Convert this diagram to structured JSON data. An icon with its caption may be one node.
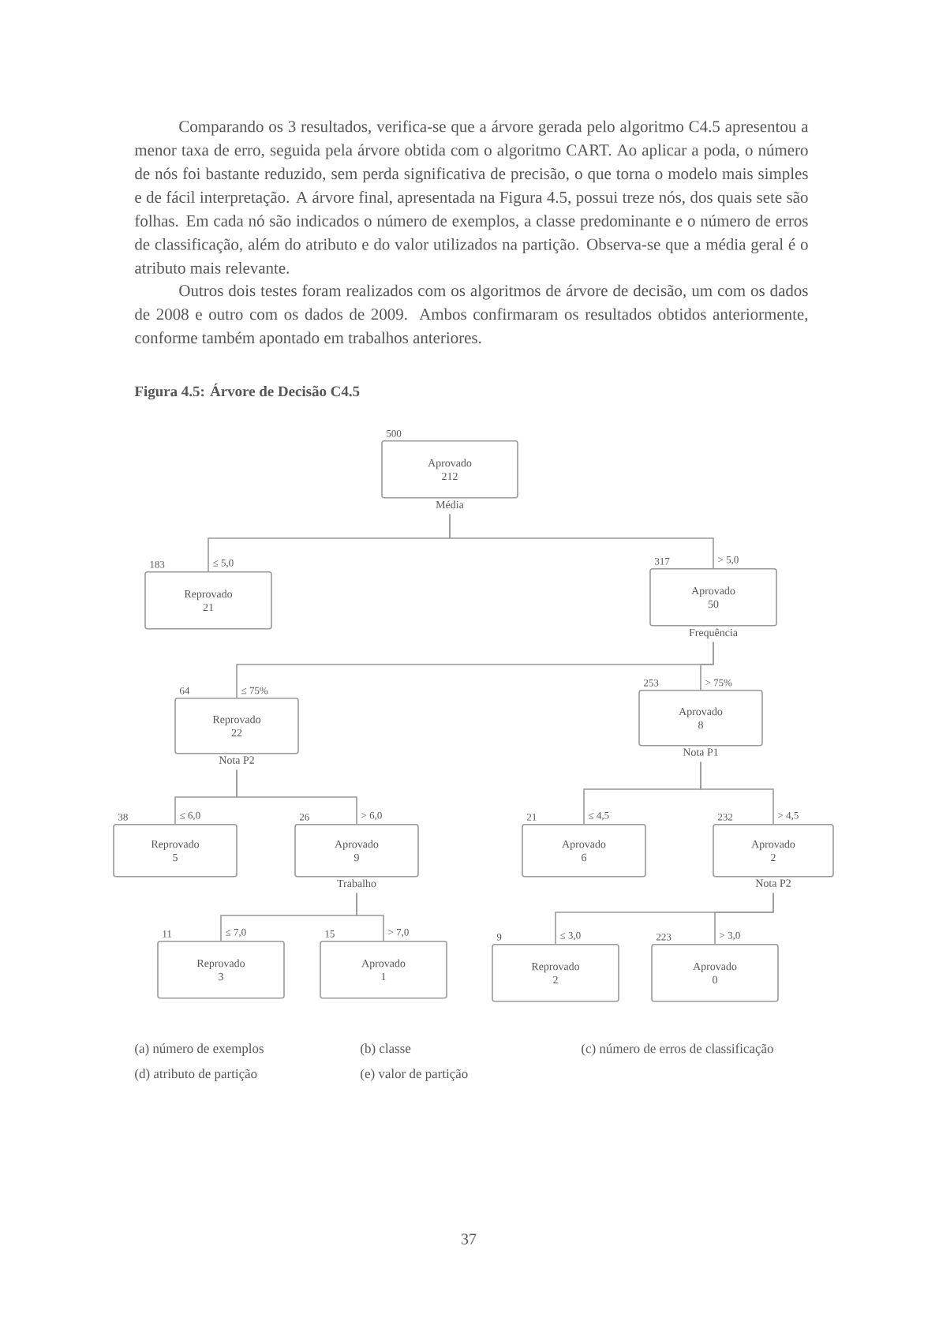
{
  "diagram": {
    "title": "Figura 4.5: Árvore de Decisão C4.5",
    "nodes": [
      {
        "text": [
          "Aprovado",
          "212"
        ],
        "beside": [
          "500",
          "Média"
        ]
      },
      {
        "text": [
          "Reprovado",
          "21"
        ],
        "beside": [
          "183"
        ]
      },
      {
        "text": [
          "Aprovado",
          "50"
        ],
        "beside": [
          "317",
          "Frequência"
        ]
      },
      {
        "text": [
          "Reprovado",
          "22"
        ],
        "beside": [
          "64",
          "Nota P2"
        ]
      },
      {
        "text": [
          "Aprovado",
          "8"
        ],
        "beside": [
          "253",
          "Nota P1"
        ]
      },
      {
        "text": [
          "Reprovado",
          "5"
        ],
        "beside": [
          "38"
        ]
      },
      {
        "text": [
          "Aprovado",
          "9"
        ],
        "beside": [
          "26",
          "Trabalho"
        ]
      },
      {
        "text": [
          "Aprovado",
          "6"
        ],
        "beside": [
          "21"
        ]
      },
      {
        "text": [
          "Aprovado",
          "2"
        ],
        "beside": [
          "232",
          "Nota P2"
        ]
      },
      {
        "text": [
          "Reprovado",
          "3"
        ],
        "beside": [
          "11"
        ]
      },
      {
        "text": [
          "Aprovado",
          "1"
        ],
        "beside": [
          "15"
        ]
      },
      {
        "text": [
          "Reprovado",
          "2"
        ],
        "beside": [
          "9"
        ]
      },
      {
        "text": [
          "Aprovado",
          "0"
        ],
        "beside": [
          "223"
        ]
      }
    ],
    "edges": [
      {
        "from": 0,
        "to": 1,
        "arrow": "none",
        "label": "≤ 5,0"
      },
      {
        "from": 0,
        "to": 2,
        "arrow": "none",
        "label": "> 5,0"
      },
      {
        "from": 2,
        "to": 3,
        "arrow": "none",
        "label": "≤ 75%"
      },
      {
        "from": 2,
        "to": 4,
        "arrow": "none",
        "label": "> 75%"
      },
      {
        "from": 3,
        "to": 5,
        "arrow": "none",
        "label": "≤ 6,0"
      },
      {
        "from": 3,
        "to": 6,
        "arrow": "none",
        "label": "> 6,0"
      },
      {
        "from": 4,
        "to": 7,
        "arrow": "none",
        "label": "≤ 4,5"
      },
      {
        "from": 4,
        "to": 8,
        "arrow": "none",
        "label": "> 4,5"
      },
      {
        "from": 6,
        "to": 9,
        "arrow": "none",
        "label": "≤ 7,0"
      },
      {
        "from": 6,
        "to": 10,
        "arrow": "none",
        "label": "> 7,0"
      },
      {
        "from": 8,
        "to": 11,
        "arrow": "none",
        "label": "≤ 3,0"
      },
      {
        "from": 8,
        "to": 12,
        "arrow": "none",
        "label": "> 3,0"
      }
    ],
    "labels": [
      "Comparando os 3 resultados, verifica-se que a árvore gerada pelo algoritmo C4.5 apresentou a menor taxa de erro, seguida pela árvore obtida com o algoritmo CART. Ao aplicar a poda, o número de nós foi bastante reduzido, sem perda significativa de precisão, o que torna o modelo mais simples e de fácil interpretação. A árvore final, apresentada na Figura 4.5, possui treze nós, dos quais sete são folhas. Em cada nó são indicados o número de exemplos, a classe predominante e o número de erros de classificação, além do atributo e do valor utilizados na partição. Observa-se que a média geral é o atributo mais relevante.",
      "Outros dois testes foram realizados com os algoritmos de árvore de decisão, um com os dados de 2008 e outro com os dados de 2009. Ambos confirmaram os resultados obtidos anteriormente, conforme também apontado em trabalhos anteriores.",
      "(a) número de exemplos",
      "(b) classe",
      "(c) número de erros de classificação",
      "(d) atributo de partição",
      "(e) valor de partição",
      "37"
    ]
  }
}
